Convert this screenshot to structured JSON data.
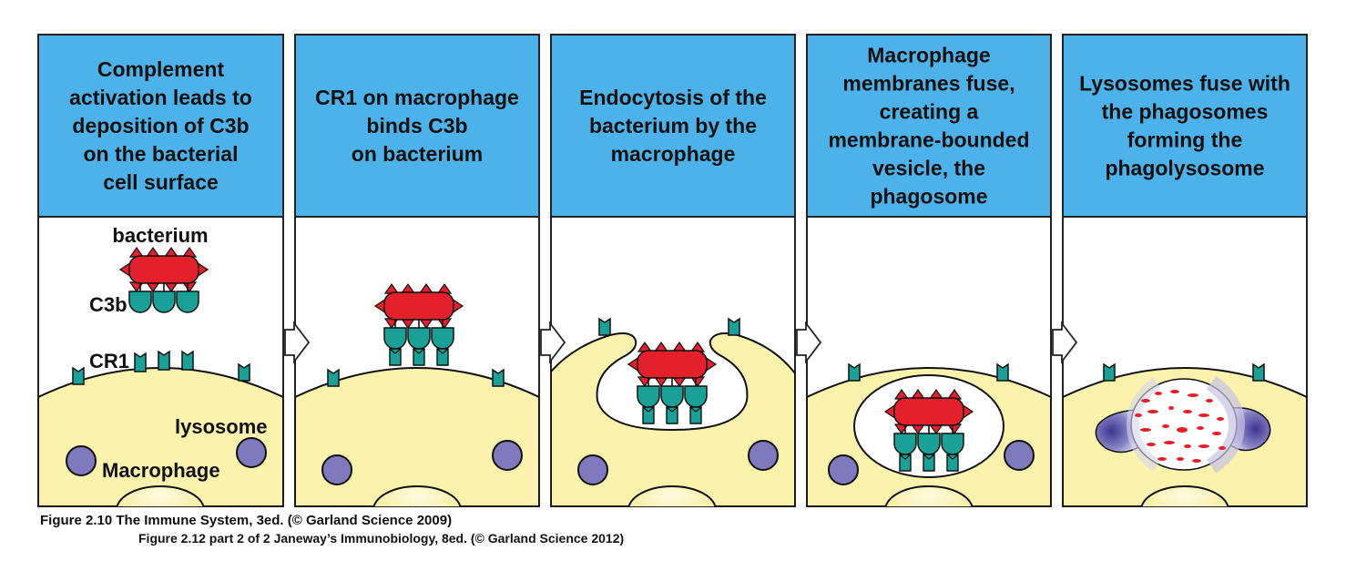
{
  "colors": {
    "header_blue": "#4db2ea",
    "cell_yellow": "#fbf3ad",
    "receptor_teal": "#1aa096",
    "bacterium_red": "#e3202c",
    "lysosome_purple": "#7f79be"
  },
  "panels": [
    {
      "id": "1",
      "title_lines": [
        "Complement",
        "activation leads to",
        "deposition of C3b",
        "on the bacterial",
        "cell surface"
      ]
    },
    {
      "id": "2",
      "title_lines": [
        "CR1 on macrophage",
        "binds C3b",
        "on bacterium"
      ]
    },
    {
      "id": "3",
      "title_lines": [
        "Endocytosis of the",
        "bacterium by the",
        "macrophage"
      ]
    },
    {
      "id": "4",
      "title_lines": [
        "Macrophage",
        "membranes fuse,",
        "creating a",
        "membrane-bounded",
        "vesicle, the",
        "phagosome"
      ]
    },
    {
      "id": "5",
      "title_lines": [
        "Lysosomes fuse with",
        "the phagosomes",
        "forming the",
        "phagolysosome"
      ]
    }
  ],
  "labels": {
    "bacterium": "bacterium",
    "c3b": "C3b",
    "cr1": "CR1",
    "lysosome": "lysosome",
    "macrophage": "Macrophage"
  },
  "captions": {
    "line1": "Figure 2.10 The Immune System, 3ed. (© Garland Science 2009)",
    "line2": "Figure 2.12 part 2 of 2  Janeway’s Immunobiology, 8ed. (© Garland Science 2012)"
  }
}
